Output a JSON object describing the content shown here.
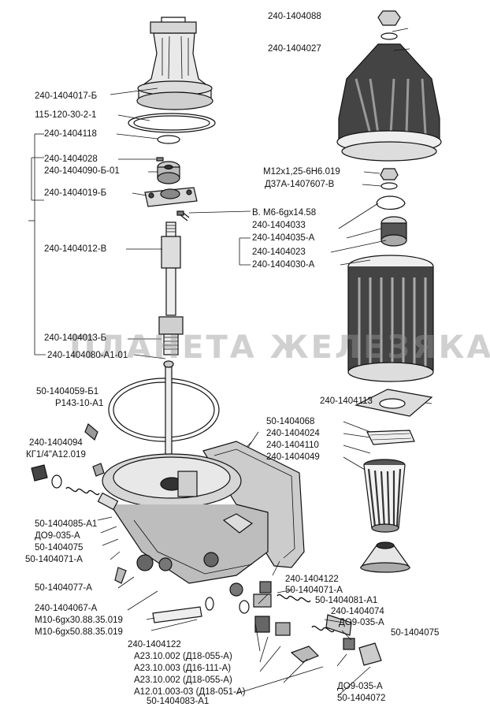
{
  "watermark": "ПЛАНЕТА ЖЕЛЕЗЯКА",
  "labels": {
    "l01": "240-1404088",
    "l02": "240-1404027",
    "l03": "240-1404017-Б",
    "l04": "115-120-30-2-1",
    "l05": "240-1404118",
    "l06": "240-1404028",
    "l07": "240-1404090-Б-01",
    "l08": "240-1404019-Б",
    "l09": "М12х1,25-6Н6.019",
    "l10": "Д37А-1407607-В",
    "l11": "В. М6-6gх14.58",
    "l12": "240-1404033",
    "l13": "240-1404035-А",
    "l14": "240-1404012-В",
    "l15": "240-1404023",
    "l16": "240-1404030-А",
    "l17": "240-1404013-Б",
    "l18": "240-1404080-А1-01",
    "l19": "50-1404059-Б1",
    "l20": "Р143-10-А1",
    "l21": "240-1404113",
    "l22": "50-1404068",
    "l23": "240-1404024",
    "l24": "240-1404094",
    "l25": "240-1404110",
    "l26": "КГ1/4\"А12.019",
    "l27": "240-1404049",
    "l28": "50-1404085-А1",
    "l29": "ДО9-035-А",
    "l30": "50-1404075",
    "l31": "50-1404071-А",
    "l32": "240-1404122",
    "l33": "50-1404077-А",
    "l34": "50-1404071-А",
    "l35": "240-1404067-А",
    "l36": "50-1404081-А1",
    "l37": "240-1404074",
    "l38": "М10-6gх30.88.35.019",
    "l39": "ДО9-035-А",
    "l40": "М10-6gх50.88.35.019",
    "l41": "50-1404075",
    "l42": "240-1404122",
    "l43": "А23.10.002 (Д18-055-А)",
    "l44": "А23.10.003 (Д16-111-А)",
    "l45": "А23.10.002 (Д18-055-А)",
    "l46": "А12.01.003-03 (Д18-051-А)",
    "l47": "ДО9-035-А",
    "l48": "50-1404083-А1",
    "l49": "50-1404072"
  }
}
